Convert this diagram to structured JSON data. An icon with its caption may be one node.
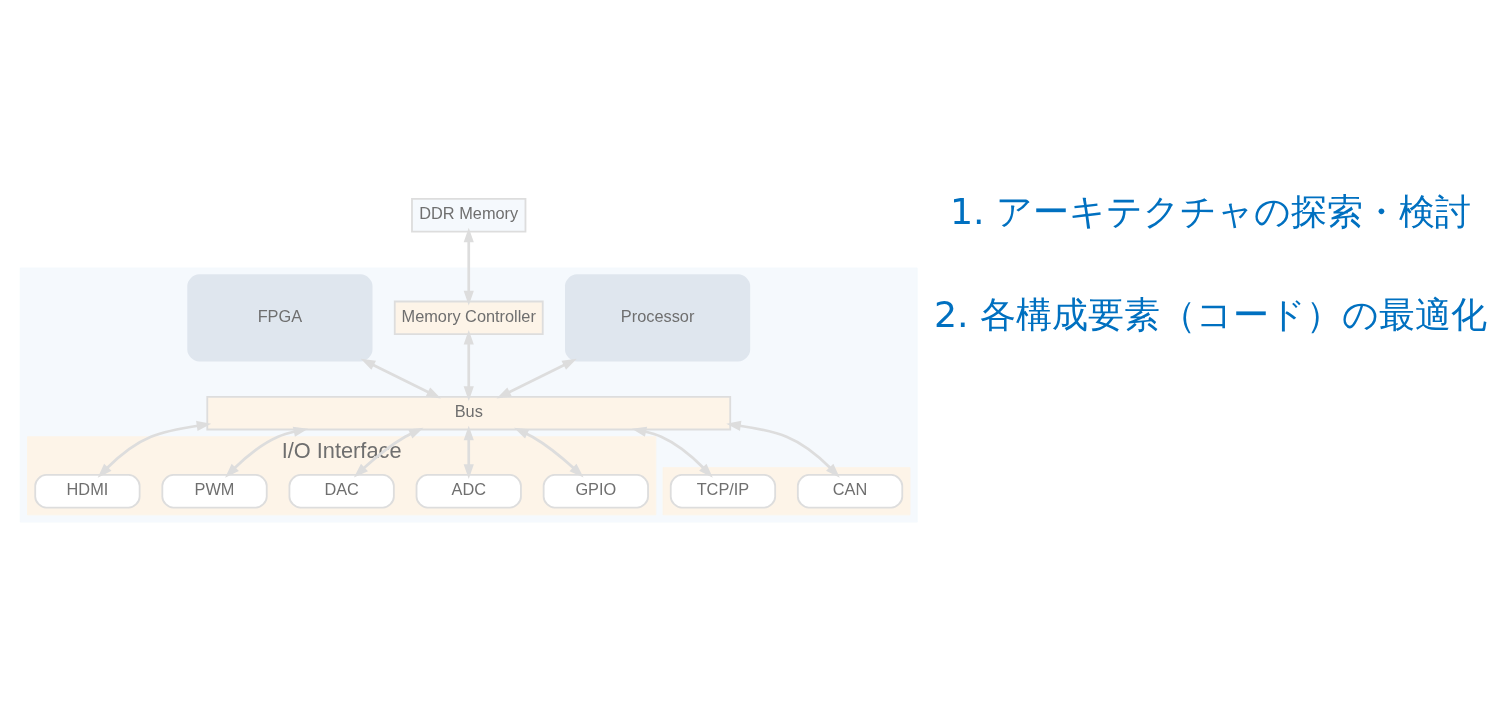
{
  "diagram": {
    "nodes": [
      {
        "text": [],
        "shape": "box"
      },
      {
        "text": [
          "DDR Memory"
        ]
      },
      {
        "text": [
          "Processor"
        ],
        "in": 0
      },
      {
        "text": [
          "Memory Controller"
        ],
        "in": 0
      },
      {
        "text": [
          "FPGA"
        ],
        "in": 0
      },
      {
        "text": [
          "I/O Interface"
        ],
        "in": 0
      },
      {
        "text": [
          "GPIO"
        ],
        "in": 5
      },
      {
        "text": [
          "ADC"
        ],
        "in": 5
      },
      {
        "text": [
          "DAC"
        ],
        "in": 5
      },
      {
        "text": [
          "PWM"
        ],
        "in": 5
      },
      {
        "text": [
          "HDMI"
        ],
        "in": 5
      },
      {
        "text": [
          "Bus"
        ],
        "in": 0
      },
      {
        "text": [],
        "shape": "box",
        "in": 0
      },
      {
        "text": [
          "CAN"
        ],
        "in": 12
      },
      {
        "text": [
          "TCP/IP"
        ],
        "in": 12
      }
    ],
    "edges": [
      {
        "from": 1,
        "to": 3,
        "arrow": "both"
      },
      {
        "from": 2,
        "to": 11,
        "arrow": "both"
      },
      {
        "from": 3,
        "to": 11,
        "arrow": "both"
      },
      {
        "from": 4,
        "to": 11,
        "arrow": "both"
      },
      {
        "from": 11,
        "to": 6,
        "arrow": "both"
      },
      {
        "from": 11,
        "to": 7,
        "arrow": "both"
      },
      {
        "from": 11,
        "to": 8,
        "arrow": "both"
      },
      {
        "from": 11,
        "to": 9,
        "arrow": "both"
      },
      {
        "from": 11,
        "to": 10,
        "arrow": "both"
      },
      {
        "from": 11,
        "to": 13,
        "arrow": "both"
      },
      {
        "from": 11,
        "to": 14,
        "arrow": "both"
      }
    ],
    "labels": [
      "1. アーキテクチャの探索・検討",
      "2. 各構成要素（コード）の最適化"
    ]
  }
}
